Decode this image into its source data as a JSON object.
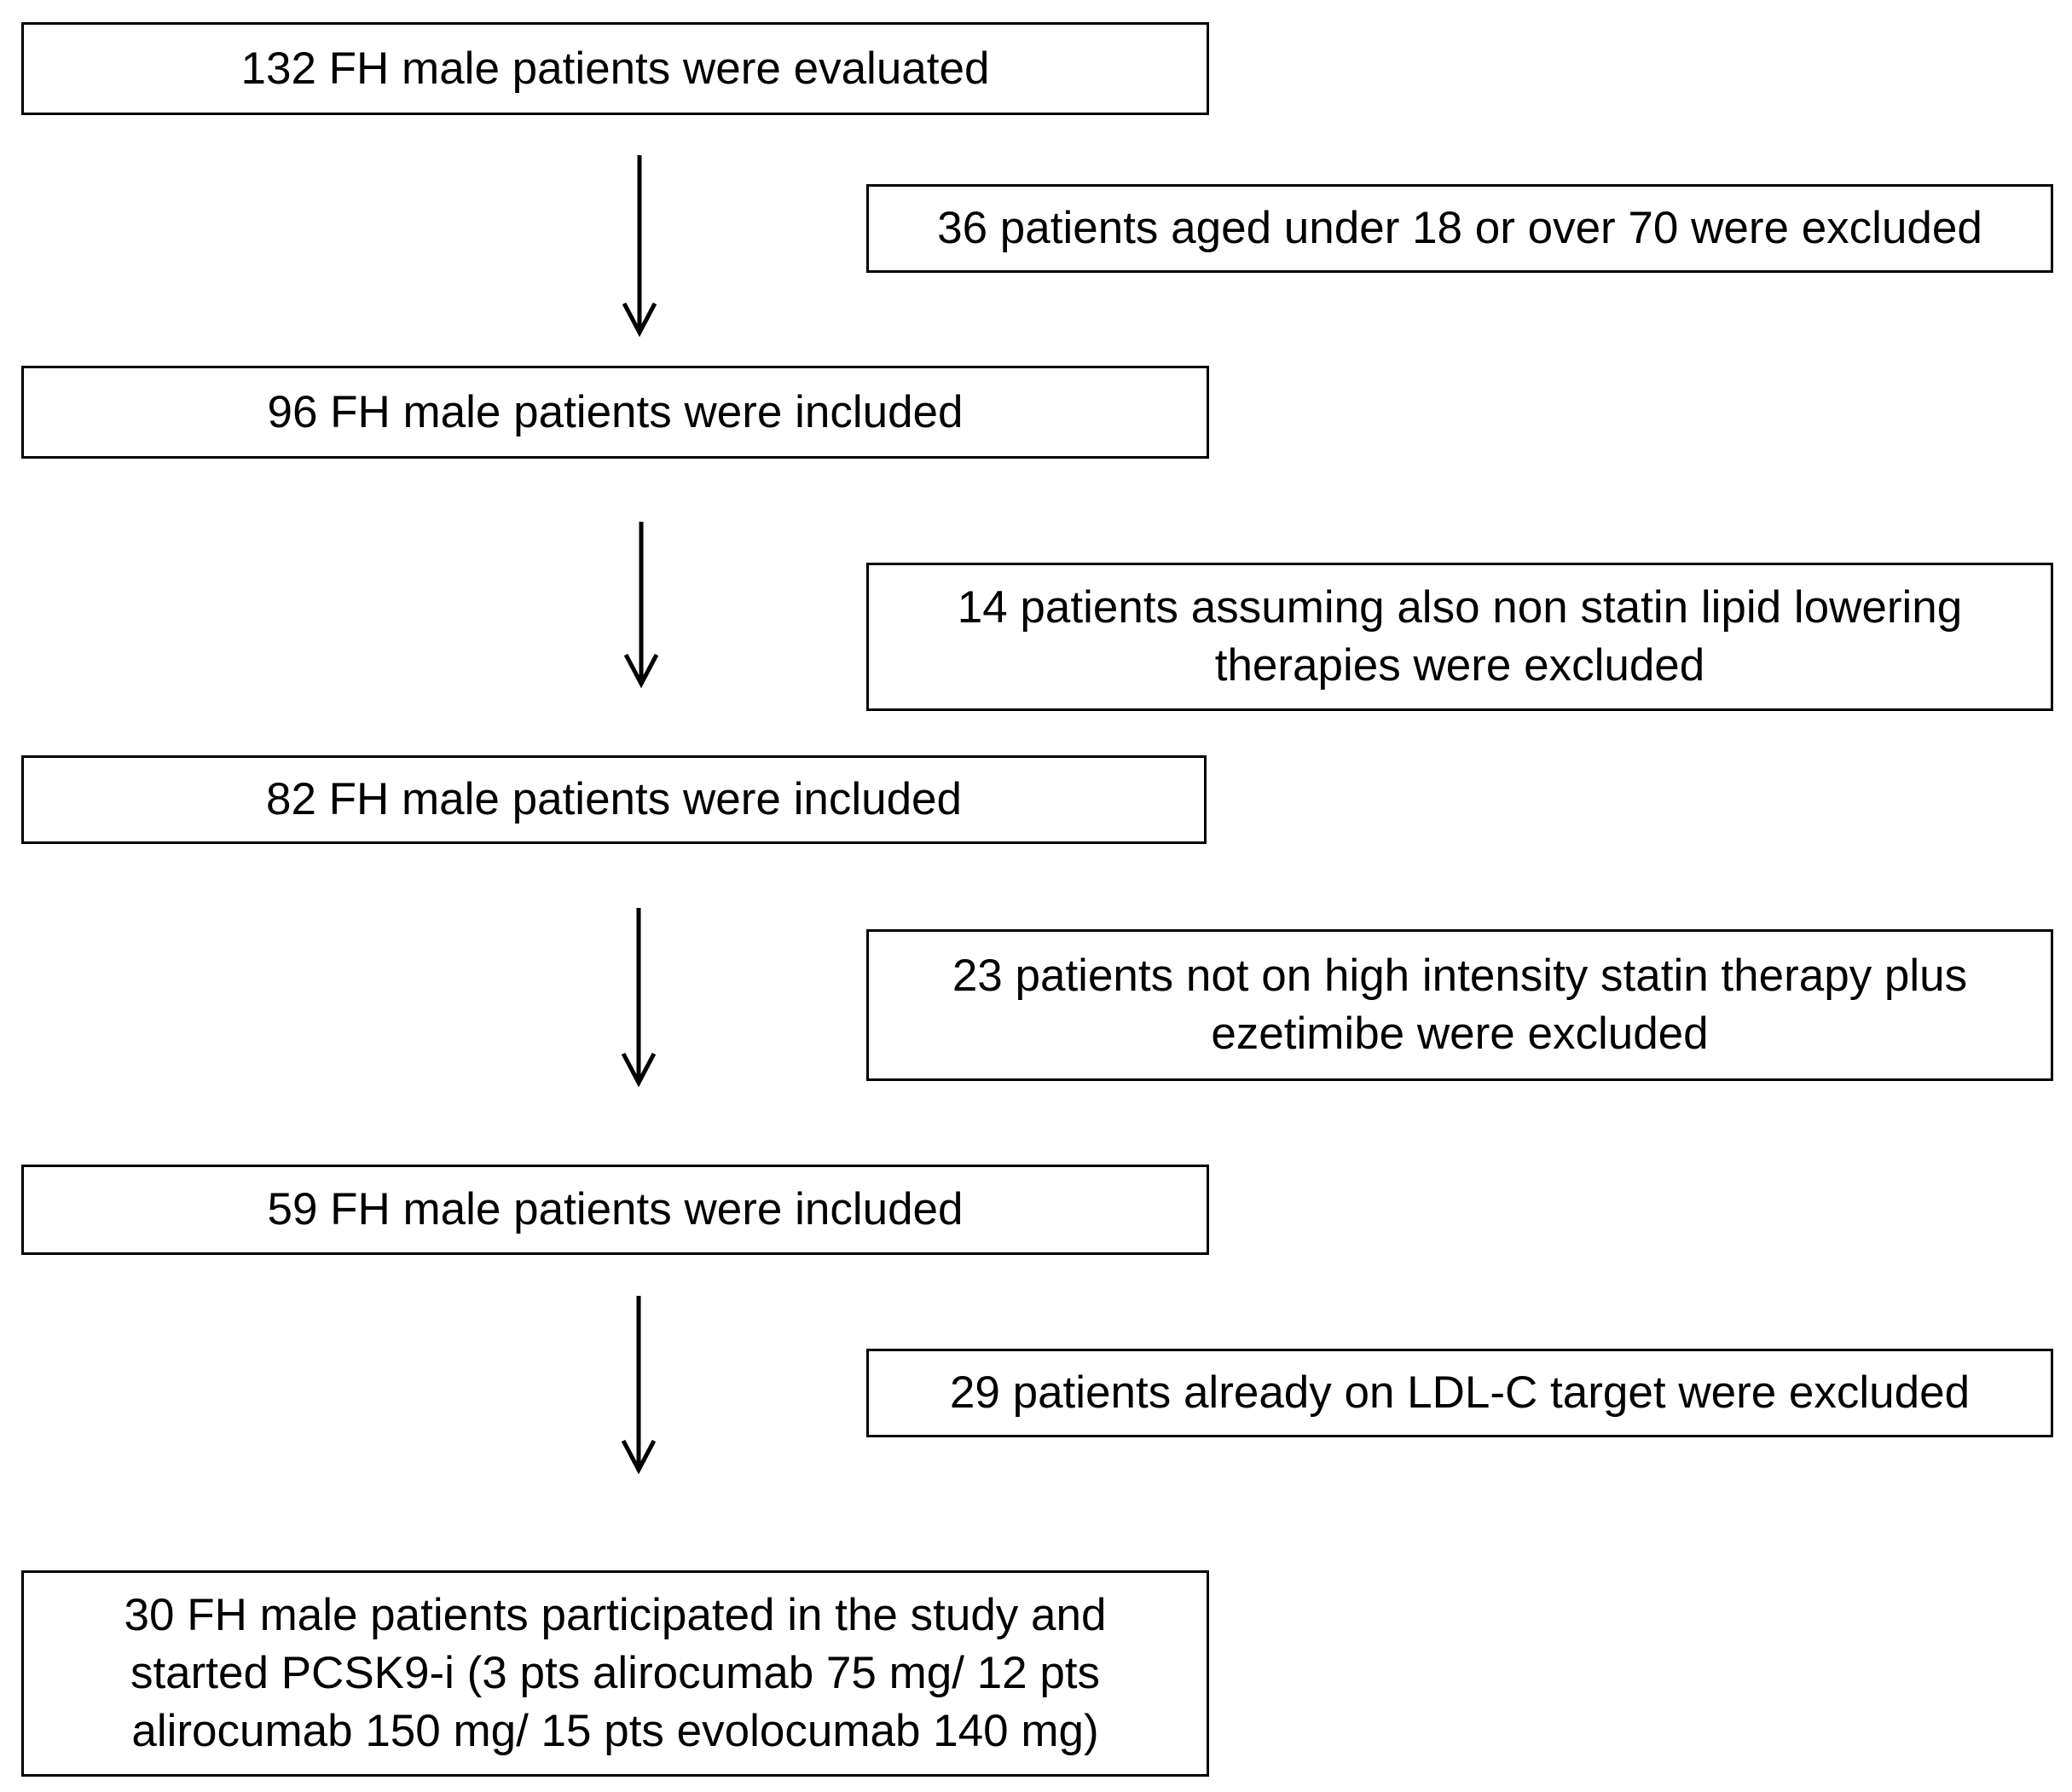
{
  "flow": {
    "steps": [
      {
        "lines": [
          "132 FH male patients were evaluated"
        ]
      },
      {
        "lines": [
          "96 FH male patients were included"
        ]
      },
      {
        "lines": [
          "82 FH male patients were included"
        ]
      },
      {
        "lines": [
          "59 FH male patients were included"
        ]
      },
      {
        "lines": [
          "30 FH male patients participated in the study and",
          "started PCSK9-i (3 pts alirocumab 75 mg/ 12 pts",
          "alirocumab 150 mg/ 15 pts evolocumab 140 mg)"
        ]
      }
    ],
    "exclusions": [
      {
        "lines": [
          "36 patients aged under 18 or over 70 were excluded"
        ]
      },
      {
        "lines": [
          "14 patients assuming also non statin lipid lowering",
          "therapies were excluded"
        ]
      },
      {
        "lines": [
          "23 patients not on high intensity statin therapy plus",
          "ezetimibe were excluded"
        ]
      },
      {
        "lines": [
          "29 patients already on LDL-C target were excluded"
        ]
      }
    ]
  }
}
